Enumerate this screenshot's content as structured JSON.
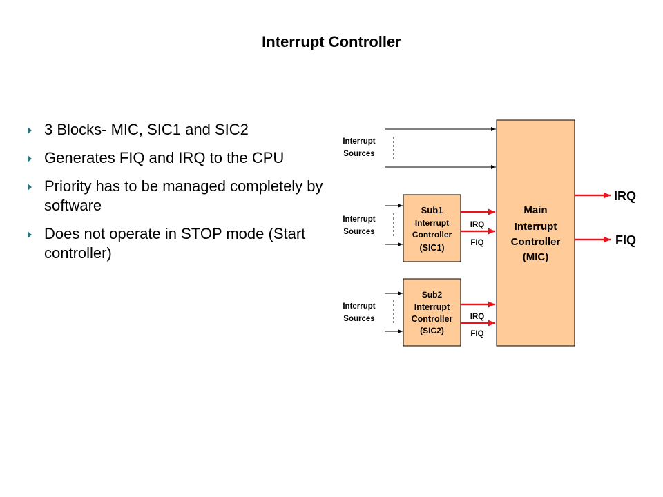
{
  "slide": {
    "title": "Interrupt Controller",
    "bullets": [
      "3 Blocks- MIC, SIC1 and SIC2",
      "Generates FIQ and IRQ to the CPU",
      "Priority has to be managed completely by software",
      "Does not operate in STOP mode (Start controller)"
    ]
  },
  "diagram": {
    "colors": {
      "block_fill": "#ffcc99",
      "signal_arrow": "#e8141c",
      "source_arrow": "#000000"
    },
    "source_groups": [
      {
        "label_line1": "Interrupt",
        "label_line2": "Sources"
      },
      {
        "label_line1": "Interrupt",
        "label_line2": "Sources"
      },
      {
        "label_line1": "Interrupt",
        "label_line2": "Sources"
      }
    ],
    "sic1": {
      "line1": "Sub1",
      "line2": "Interrupt",
      "line3": "Controller",
      "line4": "(SIC1)",
      "irq": "IRQ",
      "fiq": "FIQ"
    },
    "sic2": {
      "line1": "Sub2",
      "line2": "Interrupt",
      "line3": "Controller",
      "line4": "(SIC2)",
      "irq": "IRQ",
      "fiq": "FIQ"
    },
    "mic": {
      "line1": "Main",
      "line2": "Interrupt",
      "line3": "Controller",
      "line4": "(MIC)"
    },
    "outputs": {
      "irq": "IRQ",
      "fiq": "FIQ"
    }
  }
}
